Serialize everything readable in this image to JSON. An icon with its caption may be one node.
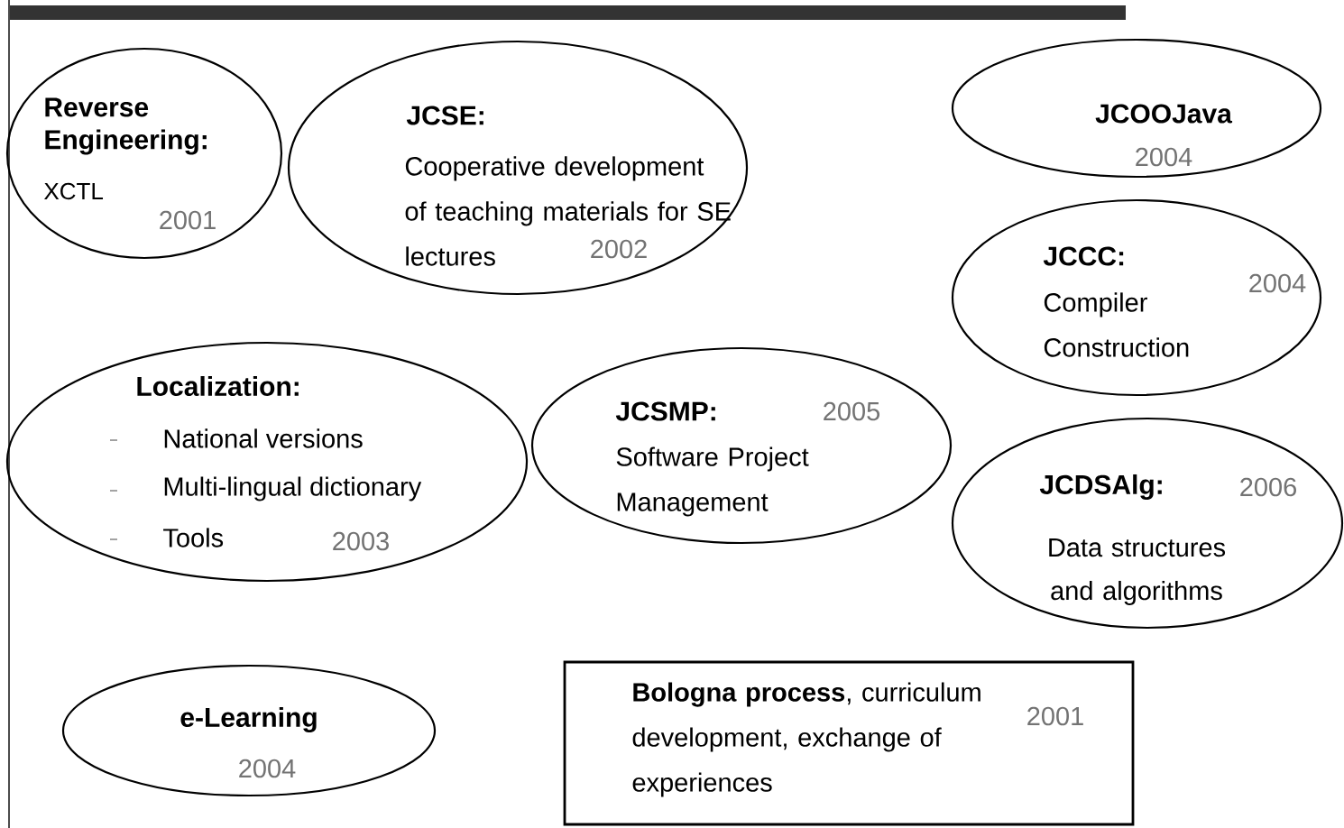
{
  "diagram": {
    "nodes": [
      {
        "text": [
          "**Reverse Engineering**:",
          "XCTL",
          "2001"
        ]
      },
      {
        "text": [
          "JCSE:",
          "Cooperative development of teaching materials for SE lectures",
          "2002"
        ]
      },
      {
        "text": [
          "JCOOJava",
          "2004"
        ]
      },
      {
        "text": [
          "**JCCC**:",
          "Compiler Construction",
          "2004"
        ]
      },
      {
        "text": [
          "Localization:",
          "National versions",
          "Multi-lingual dictionary",
          "Tools",
          "2003"
        ]
      },
      {
        "text": [
          "JCSMP:",
          "2005",
          "Software Project Management"
        ]
      },
      {
        "text": [
          "**JCDSAlg**:",
          "2006",
          "Data structures and algorithms"
        ]
      },
      {
        "text": [
          "e-Learning",
          "2004"
        ]
      },
      {
        "text": [
          "**Bologna process**, curriculum development, exchange of experiences",
          "2001"
        ]
      }
    ]
  }
}
